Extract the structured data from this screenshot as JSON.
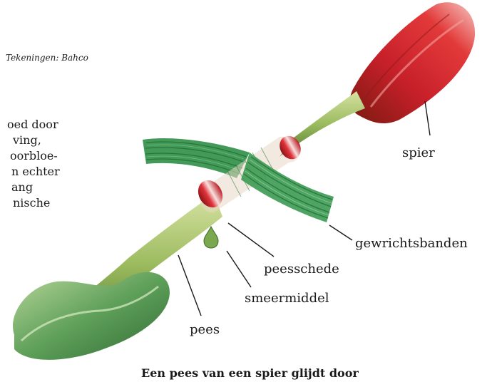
{
  "credit": "Tekeningen: Bahco",
  "body_text_lines": [
    "oed door",
    "ving,",
    "oorbloe-",
    "n echter",
    "ang",
    "nische"
  ],
  "labels": {
    "spier": "spier",
    "gewrichtsbanden": "gewrichtsbanden",
    "peesschede": "peesschede",
    "smeermiddel": "smeermiddel",
    "pees": "pees"
  },
  "caption": "Een pees van een spier glijdt door",
  "colors": {
    "muscle_red": "#c8202a",
    "tendon_green": "#8fae57",
    "ligament_green": "#2f8f46",
    "sheath_red": "#d2232a"
  }
}
